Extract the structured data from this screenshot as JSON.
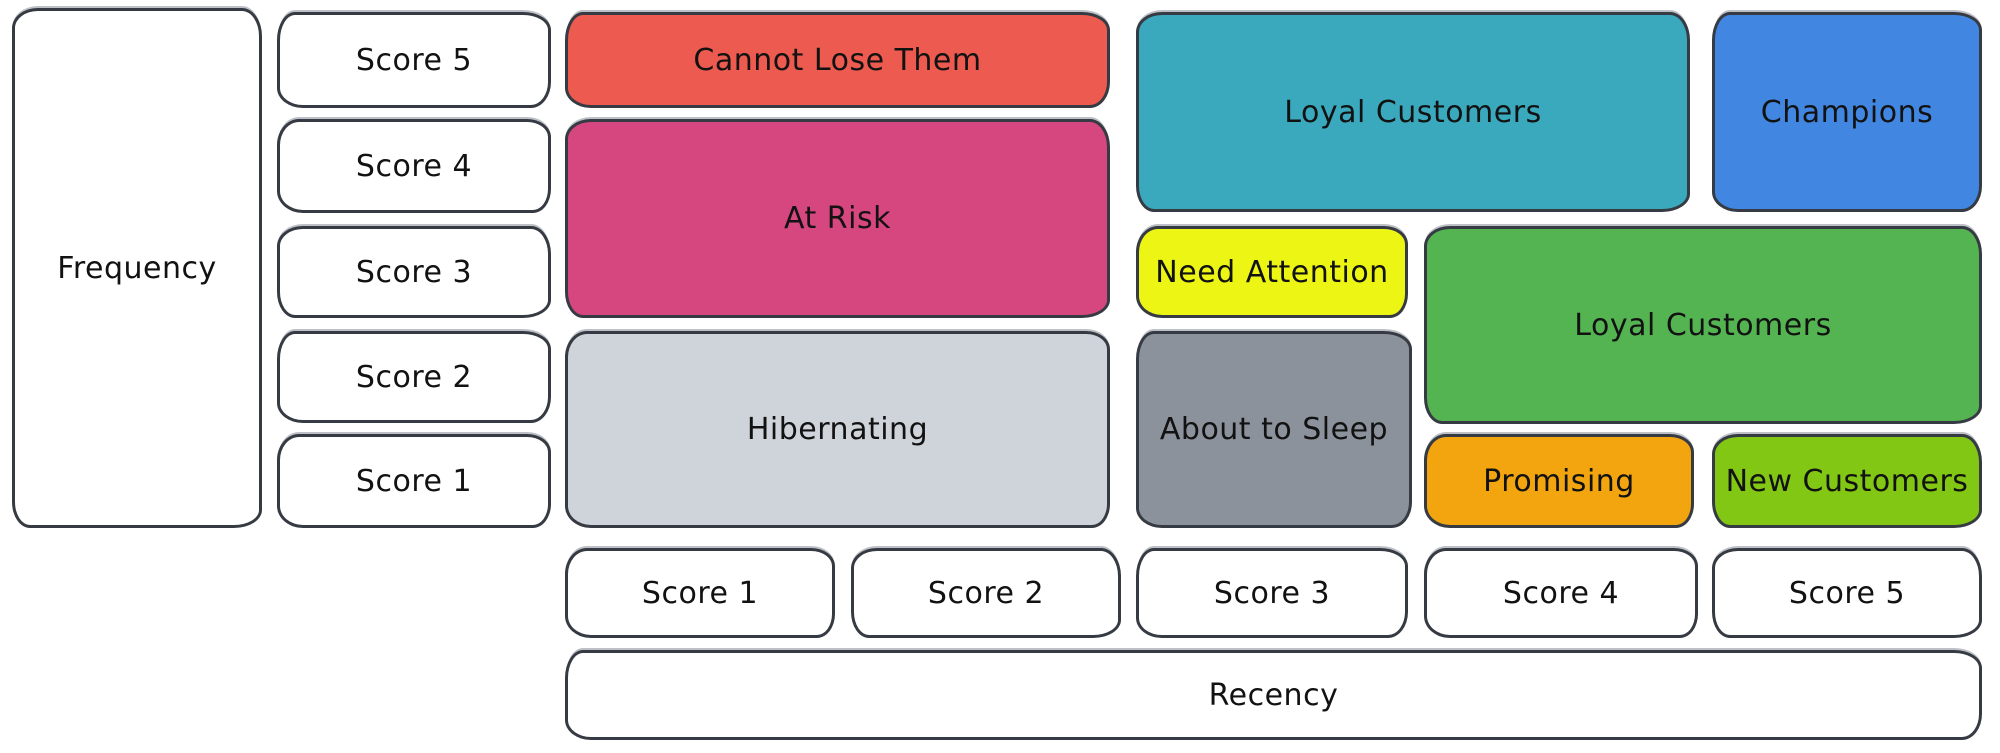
{
  "canvas": {
    "background": "#ffffff",
    "outline_color": "#363b43",
    "text_color": "#121212"
  },
  "axes": {
    "frequency": {
      "label": "Frequency",
      "scores": [
        "Score 5",
        "Score 4",
        "Score 3",
        "Score 2",
        "Score 1"
      ]
    },
    "recency": {
      "label": "Recency",
      "scores": [
        "Score 1",
        "Score 2",
        "Score 3",
        "Score 4",
        "Score 5"
      ]
    }
  },
  "segments": {
    "cannot_lose_them": {
      "label": "Cannot Lose Them",
      "color": "#ed5a4f",
      "recency_scores": "1-2",
      "frequency_scores": "5"
    },
    "at_risk": {
      "label": "At Risk",
      "color": "#d6467f",
      "recency_scores": "1-2",
      "frequency_scores": "3-4"
    },
    "hibernating": {
      "label": "Hibernating",
      "color": "#cfd4da",
      "recency_scores": "1-2",
      "frequency_scores": "1-2"
    },
    "loyal_customers_top": {
      "label": "Loyal Customers",
      "color": "#3aa9bd",
      "recency_scores": "3-4",
      "frequency_scores": "4-5"
    },
    "champions": {
      "label": "Champions",
      "color": "#4187e1",
      "recency_scores": "5",
      "frequency_scores": "4-5"
    },
    "need_attention": {
      "label": "Need Attention",
      "color": "#edf515",
      "recency_scores": "3",
      "frequency_scores": "3"
    },
    "loyal_customers_right": {
      "label": "Loyal Customers",
      "color": "#55b452",
      "recency_scores": "4-5",
      "frequency_scores": "2-3"
    },
    "about_to_sleep": {
      "label": "About to Sleep",
      "color": "#8c929c",
      "recency_scores": "3",
      "frequency_scores": "1-2"
    },
    "promising": {
      "label": "Promising",
      "color": "#f2a50f",
      "recency_scores": "4",
      "frequency_scores": "1"
    },
    "new_customers": {
      "label": "New Customers",
      "color": "#81c714",
      "recency_scores": "5",
      "frequency_scores": "1"
    }
  }
}
